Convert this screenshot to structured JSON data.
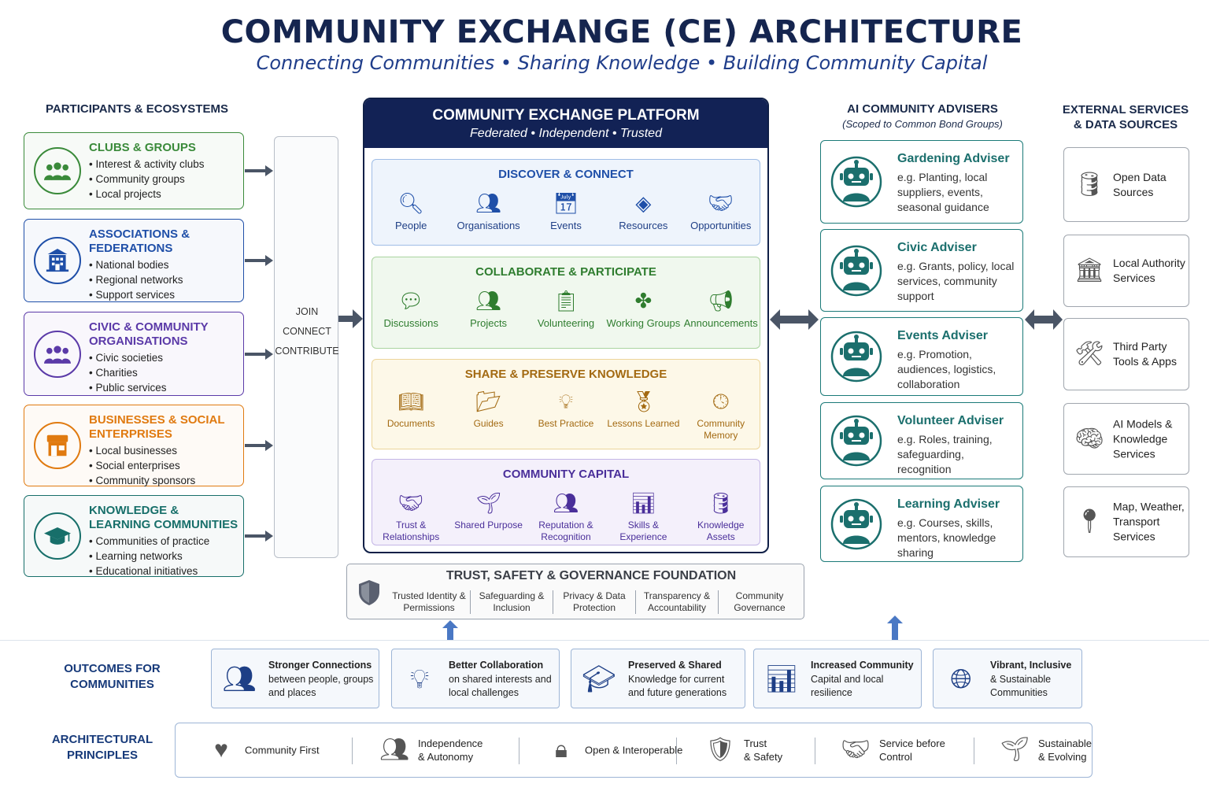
{
  "title": "COMMUNITY EXCHANGE (CE) ARCHITECTURE",
  "subtitle": "Connecting Communities • Sharing Knowledge • Building Community Capital",
  "participants": {
    "heading": "PARTICIPANTS & ECOSYSTEMS",
    "cards": [
      {
        "title": "CLUBS & GROUPS",
        "color": "#3a8a3a",
        "icon": "people-group-icon",
        "items": [
          "Interest & activity clubs",
          "Community groups",
          "Local projects"
        ]
      },
      {
        "title": "ASSOCIATIONS & FEDERATIONS",
        "color": "#1f4fa8",
        "icon": "building-icon",
        "items": [
          "National bodies",
          "Regional networks",
          "Support services"
        ]
      },
      {
        "title": "CIVIC & COMMUNITY ORGANISATIONS",
        "color": "#5b3aa8",
        "icon": "people-group-icon",
        "items": [
          "Civic societies",
          "Charities",
          "Public services"
        ]
      },
      {
        "title": "BUSINESSES & SOCIAL ENTERPRISES",
        "color": "#e07a10",
        "icon": "shop-icon",
        "items": [
          "Local businesses",
          "Social enterprises",
          "Community sponsors"
        ]
      },
      {
        "title": "KNOWLEDGE & LEARNING COMMUNITIES",
        "color": "#176f6a",
        "icon": "graduation-cap-icon",
        "items": [
          "Communities of practice",
          "Learning networks",
          "Educational initiatives"
        ]
      }
    ]
  },
  "join": [
    "JOIN",
    "CONNECT",
    "CONTRIBUTE"
  ],
  "platform": {
    "title": "COMMUNITY EXCHANGE PLATFORM",
    "tagline": "Federated • Independent • Trusted",
    "sections": [
      {
        "title": "DISCOVER & CONNECT",
        "color": "#1f4fa8",
        "border": "#9fbde6",
        "bg": "#eef4fc",
        "items": [
          {
            "label": "People",
            "glyph": "🔍︎",
            "icon": "search-icon"
          },
          {
            "label": "Organisations",
            "glyph": "👥︎",
            "icon": "people-icon"
          },
          {
            "label": "Events",
            "glyph": "📅︎",
            "icon": "calendar-icon"
          },
          {
            "label": "Resources",
            "glyph": "◈",
            "icon": "layers-icon"
          },
          {
            "label": "Opportunities",
            "glyph": "🤝︎",
            "icon": "handshake-icon"
          }
        ]
      },
      {
        "title": "COLLABORATE & PARTICIPATE",
        "color": "#2f7d2f",
        "border": "#a9d39f",
        "bg": "#f0f8ee",
        "items": [
          {
            "label": "Discussions",
            "glyph": "💬︎",
            "icon": "speech-bubble-icon"
          },
          {
            "label": "Projects",
            "glyph": "👥︎",
            "icon": "people-icon"
          },
          {
            "label": "Volunteering",
            "glyph": "📋︎",
            "icon": "clipboard-icon"
          },
          {
            "label": "Working Groups",
            "glyph": "✤",
            "icon": "puzzle-icon"
          },
          {
            "label": "Announcements",
            "glyph": "📢︎",
            "icon": "megaphone-icon"
          }
        ]
      },
      {
        "title": "SHARE & PRESERVE KNOWLEDGE",
        "color": "#a36a12",
        "border": "#ecd59a",
        "bg": "#fdf8e8",
        "items": [
          {
            "label": "Documents",
            "glyph": "📖︎",
            "icon": "book-icon"
          },
          {
            "label": "Guides",
            "glyph": "📂︎",
            "icon": "folder-icon"
          },
          {
            "label": "Best Practice",
            "glyph": "💡︎",
            "icon": "lightbulb-icon"
          },
          {
            "label": "Lessons Learned",
            "glyph": "🏅︎",
            "icon": "award-icon"
          },
          {
            "label": "Community Memory",
            "glyph": "🕓︎",
            "icon": "clock-icon"
          }
        ]
      },
      {
        "title": "COMMUNITY CAPITAL",
        "color": "#4a2f9a",
        "border": "#c4b6e6",
        "bg": "#f4f0fb",
        "items": [
          {
            "label": "Trust & Relationships",
            "glyph": "🤝︎",
            "icon": "handshake-icon"
          },
          {
            "label": "Shared Purpose",
            "glyph": "🌱︎",
            "icon": "sprout-icon"
          },
          {
            "label": "Reputation & Recognition",
            "glyph": "👥︎",
            "icon": "people-icon"
          },
          {
            "label": "Skills & Experience",
            "glyph": "📊︎",
            "icon": "bar-chart-icon"
          },
          {
            "label": "Knowledge Assets",
            "glyph": "🛢︎",
            "icon": "database-icon"
          }
        ]
      }
    ]
  },
  "trust": {
    "title": "TRUST, SAFETY & GOVERNANCE FOUNDATION",
    "items": [
      "Trusted Identity & Permissions",
      "Safeguarding & Inclusion",
      "Privacy & Data Protection",
      "Transparency & Accountability",
      "Community Governance"
    ]
  },
  "advisers": {
    "heading": "AI COMMUNITY ADVISERS",
    "subheading": "(Scoped to Common Bond Groups)",
    "cards": [
      {
        "title": "Gardening Adviser",
        "desc": "e.g. Planting, local suppliers, events, seasonal guidance"
      },
      {
        "title": "Civic Adviser",
        "desc": "e.g. Grants, policy, local services, community support"
      },
      {
        "title": "Events Adviser",
        "desc": "e.g. Promotion, audiences, logistics, collaboration"
      },
      {
        "title": "Volunteer Adviser",
        "desc": "e.g. Roles, training, safeguarding, recognition"
      },
      {
        "title": "Learning Adviser",
        "desc": "e.g. Courses, skills, mentors, knowledge sharing"
      }
    ]
  },
  "external": {
    "heading": "EXTERNAL SERVICES & DATA SOURCES",
    "cards": [
      {
        "label": "Open Data Sources",
        "glyph": "🛢︎",
        "icon": "database-icon"
      },
      {
        "label": "Local Authority Services",
        "glyph": "🏛︎",
        "icon": "government-building-icon"
      },
      {
        "label": "Third Party Tools & Apps",
        "glyph": "🛠︎",
        "icon": "tools-icon"
      },
      {
        "label": "AI Models & Knowledge Services",
        "glyph": "🧠︎",
        "icon": "brain-icon"
      },
      {
        "label": "Map, Weather, Transport Services",
        "glyph": "📍︎",
        "icon": "map-pin-icon"
      }
    ]
  },
  "outcomes": {
    "label": "OUTCOMES FOR COMMUNITIES",
    "cards": [
      {
        "bold": "Stronger Connections",
        "rest": "between people, groups and places",
        "glyph": "👥︎",
        "icon": "people-icon"
      },
      {
        "bold": "Better Collaboration",
        "rest": "on shared interests and local challenges",
        "glyph": "💡︎",
        "icon": "lightbulb-icon"
      },
      {
        "bold": "Preserved & Shared",
        "rest": "Knowledge for current and future generations",
        "glyph": "🎓︎",
        "icon": "graduation-cap-icon"
      },
      {
        "bold": "Increased Community",
        "rest": "Capital and local resilience",
        "glyph": "📊︎",
        "icon": "bar-chart-icon"
      },
      {
        "bold": "Vibrant, Inclusive",
        "rest": "& Sustainable Communities",
        "glyph": "🌐︎",
        "icon": "globe-icon"
      }
    ]
  },
  "principles": {
    "label": "ARCHITECTURAL PRINCIPLES",
    "items": [
      {
        "label": "Community First",
        "glyph": "♥",
        "icon": "heart-icon"
      },
      {
        "label": "Independence & Autonomy",
        "glyph": "👥︎",
        "icon": "people-icon"
      },
      {
        "label": "Open & Interoperable",
        "glyph": "🔒︎",
        "icon": "lock-icon"
      },
      {
        "label": "Trust & Safety",
        "glyph": "🛡︎",
        "icon": "shield-icon"
      },
      {
        "label": "Service before Control",
        "glyph": "🤝︎",
        "icon": "handshake-icon"
      },
      {
        "label": "Sustainable & Evolving",
        "glyph": "🌱︎",
        "icon": "sprout-icon"
      }
    ]
  }
}
